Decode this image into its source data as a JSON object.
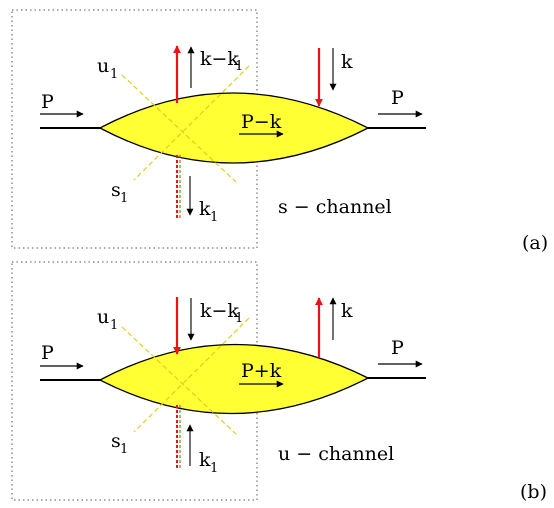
{
  "colors": {
    "blob_fill": "#ffff33",
    "cut_line": "#d8d020",
    "red": "#ee1111",
    "stroke": "#000000",
    "olive": "#666600",
    "frame": "#555555"
  },
  "panels": [
    {
      "id": "a",
      "tag": "(a)",
      "channel": "s − channel",
      "incoming_momentum": "P",
      "outgoing_momentum": "P",
      "internal_momentum": "P−k",
      "upper_left_momentum": "k−k",
      "upper_left_sub": "1",
      "right_momentum": "k",
      "lower_momentum": "k",
      "lower_sub": "1",
      "cut_upper": "u",
      "cut_upper_sub": "1",
      "cut_lower": "s",
      "cut_lower_sub": "1"
    },
    {
      "id": "b",
      "tag": "(b)",
      "channel": "u − channel",
      "incoming_momentum": "P",
      "outgoing_momentum": "P",
      "internal_momentum": "P+k",
      "upper_left_momentum": "k−k",
      "upper_left_sub": "1",
      "right_momentum": "k",
      "lower_momentum": "k",
      "lower_sub": "1",
      "cut_upper": "u",
      "cut_upper_sub": "1",
      "cut_lower": "s",
      "cut_lower_sub": "1"
    }
  ]
}
